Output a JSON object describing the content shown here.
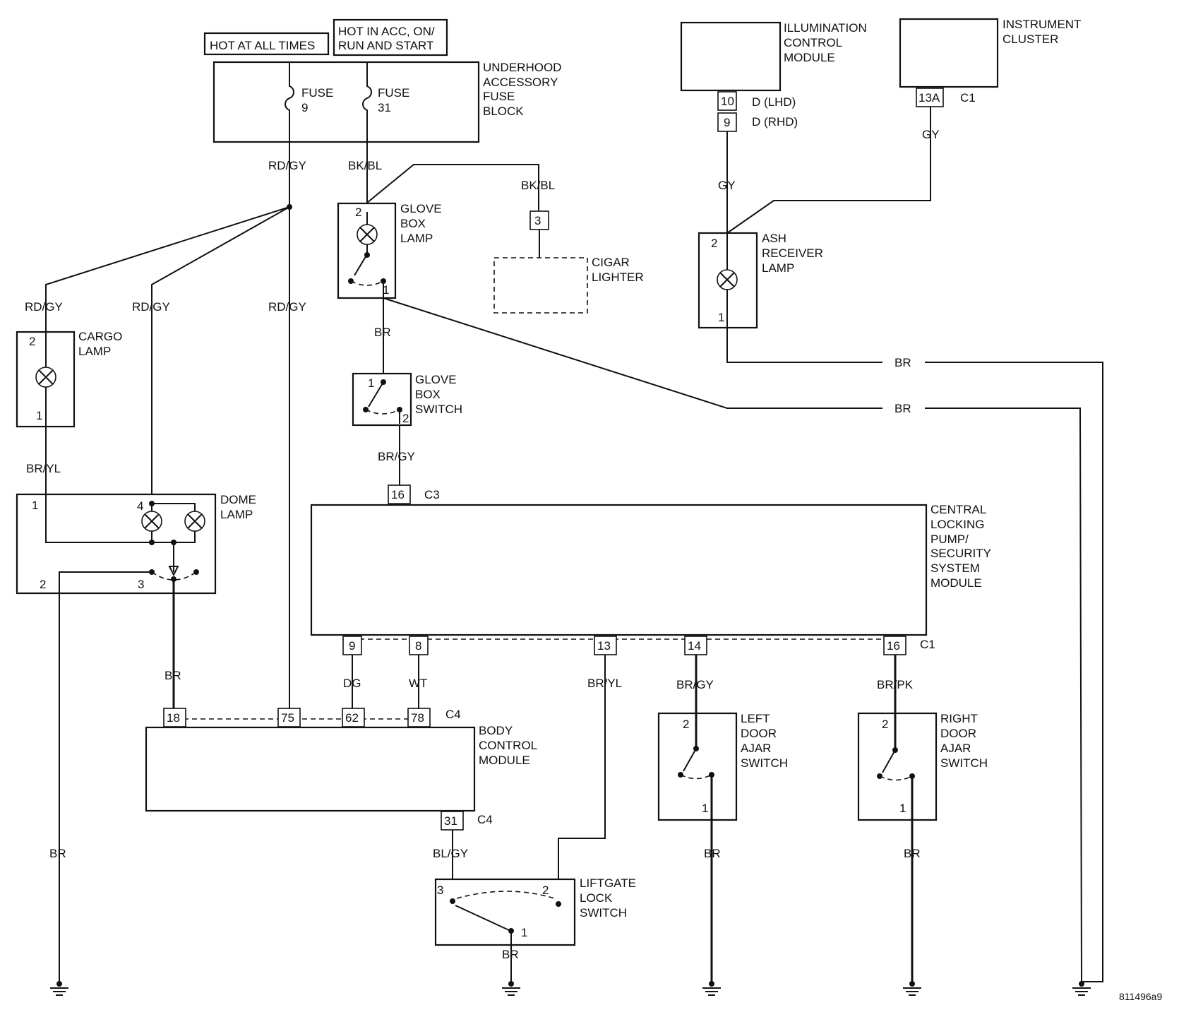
{
  "labels": {
    "hot_all_times": "HOT AT ALL TIMES",
    "hot_acc_1": "HOT IN ACC, ON/",
    "hot_acc_2": "RUN AND START",
    "fuse_block_1": "UNDERHOOD",
    "fuse_block_2": "ACCESSORY",
    "fuse_block_3": "FUSE",
    "fuse_block_4": "BLOCK",
    "fuse9_a": "FUSE",
    "fuse9_b": "9",
    "fuse31_a": "FUSE",
    "fuse31_b": "31",
    "icm_1": "ILLUMINATION",
    "icm_2": "CONTROL",
    "icm_3": "MODULE",
    "ic_1": "INSTRUMENT",
    "ic_2": "CLUSTER",
    "glove_lamp_1": "GLOVE",
    "glove_lamp_2": "BOX",
    "glove_lamp_3": "LAMP",
    "cigar_1": "CIGAR",
    "cigar_2": "LIGHTER",
    "ash_1": "ASH",
    "ash_2": "RECEIVER",
    "ash_3": "LAMP",
    "cargo_1": "CARGO",
    "cargo_2": "LAMP",
    "glove_sw_1": "GLOVE",
    "glove_sw_2": "BOX",
    "glove_sw_3": "SWITCH",
    "dome_1": "DOME",
    "dome_2": "LAMP",
    "clp_1": "CENTRAL",
    "clp_2": "LOCKING",
    "clp_3": "PUMP/",
    "clp_4": "SECURITY",
    "clp_5": "SYSTEM",
    "clp_6": "MODULE",
    "bcm_1": "BODY",
    "bcm_2": "CONTROL",
    "bcm_3": "MODULE",
    "ldoor_1": "LEFT",
    "ldoor_2": "DOOR",
    "ldoor_3": "AJAR",
    "ldoor_4": "SWITCH",
    "rdoor_1": "RIGHT",
    "rdoor_2": "DOOR",
    "rdoor_3": "AJAR",
    "rdoor_4": "SWITCH",
    "lift_1": "LIFTGATE",
    "lift_2": "LOCK",
    "lift_3": "SWITCH",
    "conn_c1": "C1",
    "conn_c3": "C3",
    "conn_c4": "C4",
    "icm_lhd": "D (LHD)",
    "icm_rhd": "D (RHD)",
    "figure_id": "811496a9"
  },
  "pins": {
    "icm_10": "10",
    "icm_9": "9",
    "ic_13a": "13A",
    "cig_3": "3",
    "clp_16": "16",
    "clp_9": "9",
    "clp_8": "8",
    "clp_13": "13",
    "clp_14": "14",
    "clp_16b": "16",
    "bcm_18": "18",
    "bcm_75": "75",
    "bcm_62": "62",
    "bcm_78": "78",
    "bcm_31": "31",
    "glove_lamp_2": "2",
    "glove_lamp_1": "1",
    "glove_sw_1": "1",
    "glove_sw_2": "2",
    "ash_2": "2",
    "ash_1": "1",
    "cargo_2": "2",
    "cargo_1": "1",
    "dome_1": "1",
    "dome_4": "4",
    "dome_2": "2",
    "dome_3": "3",
    "ldoor_2": "2",
    "ldoor_1": "1",
    "rdoor_2": "2",
    "rdoor_1": "1",
    "lift_3": "3",
    "lift_2": "2",
    "lift_1": "1"
  },
  "wires": {
    "rd_gy_fuse": "RD/GY",
    "bk_bl_fuse": "BK/BL",
    "bk_bl_cig": "BK/BL",
    "gy_icm": "GY",
    "gy_ic": "GY",
    "rd_gy_cargo": "RD/GY",
    "rd_gy_dome": "RD/GY",
    "rd_gy_bcm": "RD/GY",
    "br_glove": "BR",
    "br_ash": "BR",
    "br_glove_gnd": "BR",
    "br_yl_cargo": "BR/YL",
    "br_gy_glove": "BR/GY",
    "br_dome": "BR",
    "dg": "DG",
    "wt": "WT",
    "br_yl_13": "BR/YL",
    "br_gy_14": "BR/GY",
    "br_pk": "BR/PK",
    "bl_gy": "BL/GY",
    "br_gnd_left": "BR",
    "br_ldoor": "BR",
    "br_rdoor": "BR",
    "br_lift": "BR"
  }
}
